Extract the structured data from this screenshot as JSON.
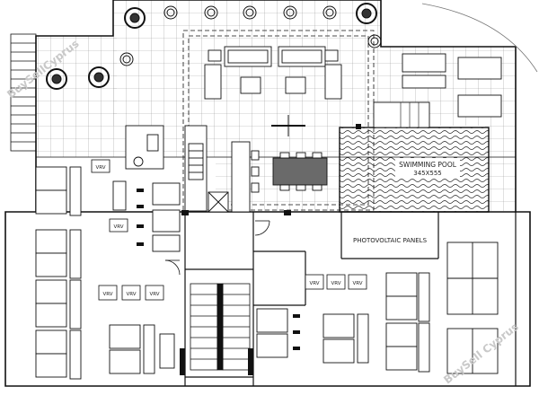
{
  "labels": {
    "pool_title": "SWIMMING POOL",
    "pool_size": "345X555",
    "pv": "PHOTOVOLTAIC PANELS",
    "vrv": "VRV"
  },
  "watermark": {
    "text": "BuySellCyprus",
    "text_alt": "BuySell Cyprus"
  },
  "colors": {
    "line": "#111111",
    "grid": "#9a9a9a",
    "watermark": "#c9c9c9"
  }
}
